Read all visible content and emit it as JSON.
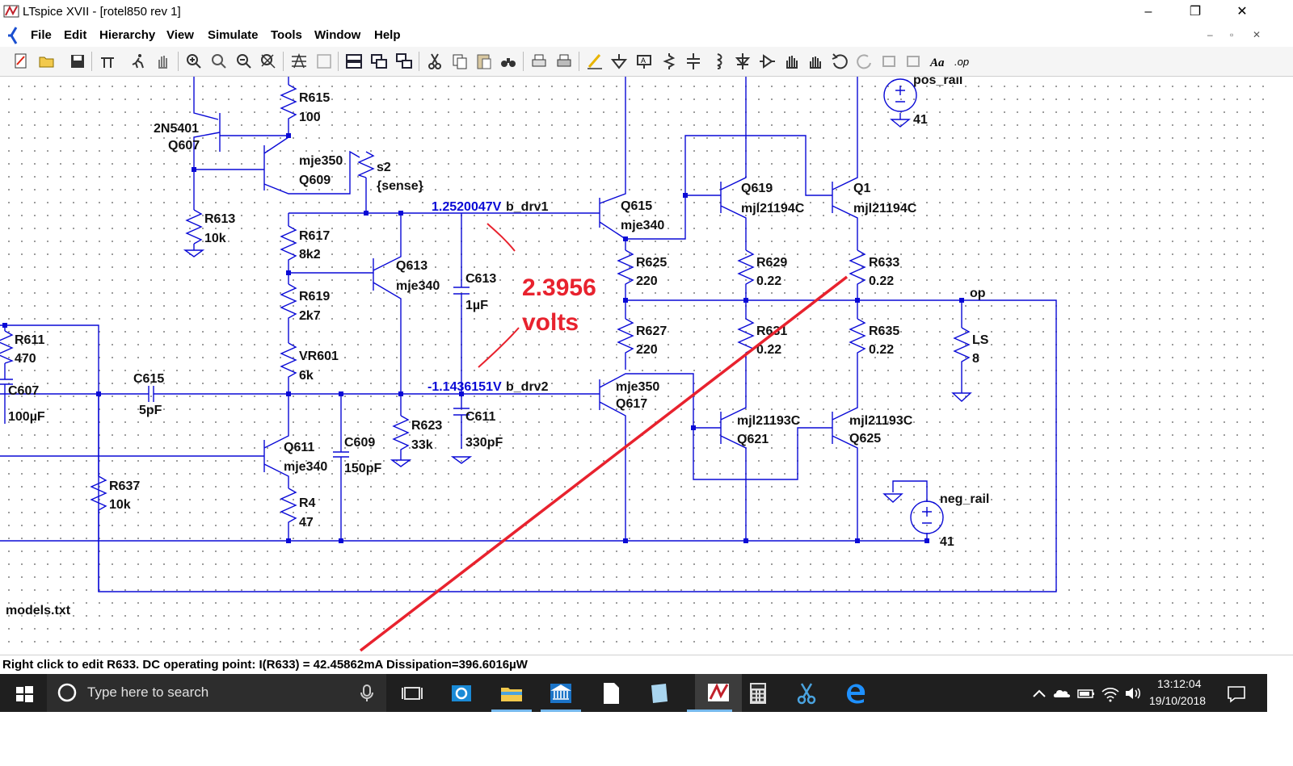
{
  "window": {
    "title": "LTspice XVII - [rotel850 rev 1]",
    "min": "–",
    "max": "❐",
    "close": "✕"
  },
  "menu": {
    "items": [
      "File",
      "Edit",
      "Hierarchy",
      "View",
      "Simulate",
      "Tools",
      "Window",
      "Help"
    ],
    "mdi_min": "–",
    "mdi_restore": "▫",
    "mdi_close": "✕"
  },
  "schematic": {
    "components": {
      "R615": [
        "R615",
        "100"
      ],
      "Q607": [
        "2N5401",
        "Q607"
      ],
      "Q609": [
        "mje350",
        "Q609"
      ],
      "S2": [
        "s2",
        "{sense}"
      ],
      "R613": [
        "R613",
        "10k"
      ],
      "R617": [
        "R617",
        "8k2"
      ],
      "R619": [
        "R619",
        "2k7"
      ],
      "VR601": [
        "VR601",
        "6k"
      ],
      "Q613": [
        "Q613",
        "mje340"
      ],
      "C613": [
        "C613",
        "1µF"
      ],
      "Q615": [
        "Q615",
        "mje340"
      ],
      "Q619": [
        "Q619",
        "mjl21194C"
      ],
      "Q1": [
        "Q1",
        "mjl21194C"
      ],
      "R625": [
        "R625",
        "220"
      ],
      "R627": [
        "R627",
        "220"
      ],
      "R629": [
        "R629",
        "0.22"
      ],
      "R631": [
        "R631",
        "0.22"
      ],
      "R633": [
        "R633",
        "0.22"
      ],
      "R635": [
        "R635",
        "0.22"
      ],
      "R611": [
        "R611",
        "470"
      ],
      "C607": [
        "C607",
        "100µF"
      ],
      "C615": [
        "C615",
        "5pF"
      ],
      "R623": [
        "R623",
        "33k"
      ],
      "C611": [
        "C611",
        "330pF"
      ],
      "Q617": [
        "mje350",
        "Q617"
      ],
      "Q621": [
        "mjl21193C",
        "Q621"
      ],
      "Q625": [
        "mjl21193C",
        "Q625"
      ],
      "Q611": [
        "Q611",
        "mje340"
      ],
      "C609": [
        "C609",
        "150pF"
      ],
      "R4": [
        "R4",
        "47"
      ],
      "R637": [
        "R637",
        "10k"
      ],
      "LS": [
        "LS",
        "8"
      ],
      "pos_rail": [
        "pos_rail",
        "41"
      ],
      "neg_rail": [
        "neg_rail",
        "41"
      ]
    },
    "net_op": "op",
    "v_drv1": "1.2520047V",
    "net_drv1": "b_drv1",
    "v_drv2": "-1.1436151V",
    "net_drv2": "b_drv2",
    "models": "models.txt",
    "annotation_value": "2.3956",
    "annotation_unit": "volts",
    "annotation_color": "#e8222e",
    "wire_color": "#0a0ad6"
  },
  "status": {
    "text": "Right click to edit R633.  DC operating point: I(R633) = 42.45862mA   Dissipation=396.6016µW"
  },
  "taskbar": {
    "search_placeholder": "Type here to search",
    "time": "13:12:04",
    "date": "19/10/2018"
  }
}
